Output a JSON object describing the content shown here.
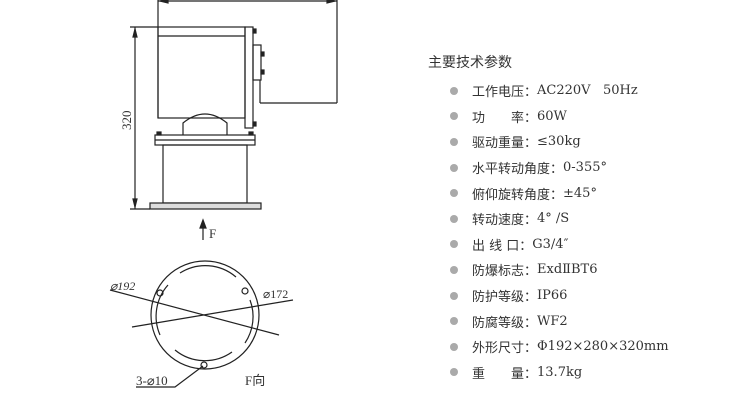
{
  "drawing": {
    "height_dim": "320",
    "view_arrow_label": "F",
    "outer_dia": "⌀192",
    "inner_dia": "⌀172",
    "holes": "3-⌀10",
    "view_label": "F向"
  },
  "specs": {
    "title": "主要技术参数",
    "items": [
      {
        "label": "工作电压：",
        "value": "AC220V   50Hz"
      },
      {
        "label": "功　　率：",
        "value": "60W"
      },
      {
        "label": "驱动重量：",
        "value": "≤30kg"
      },
      {
        "label": "水平转动角度：",
        "value": "0-355°"
      },
      {
        "label": "俯仰旋转角度：",
        "value": "±45°"
      },
      {
        "label": "转动速度：",
        "value": "4° /S"
      },
      {
        "label": "出 线 口：",
        "value": "G3/4″"
      },
      {
        "label": "防爆标志：",
        "value": "ExdⅡBT6"
      },
      {
        "label": "防护等级：",
        "value": "IP66"
      },
      {
        "label": "防腐等级：",
        "value": "WF2"
      },
      {
        "label": "外形尺寸：",
        "value": "Φ192×280×320mm"
      },
      {
        "label": "重　　量：",
        "value": "13.7kg"
      }
    ]
  }
}
